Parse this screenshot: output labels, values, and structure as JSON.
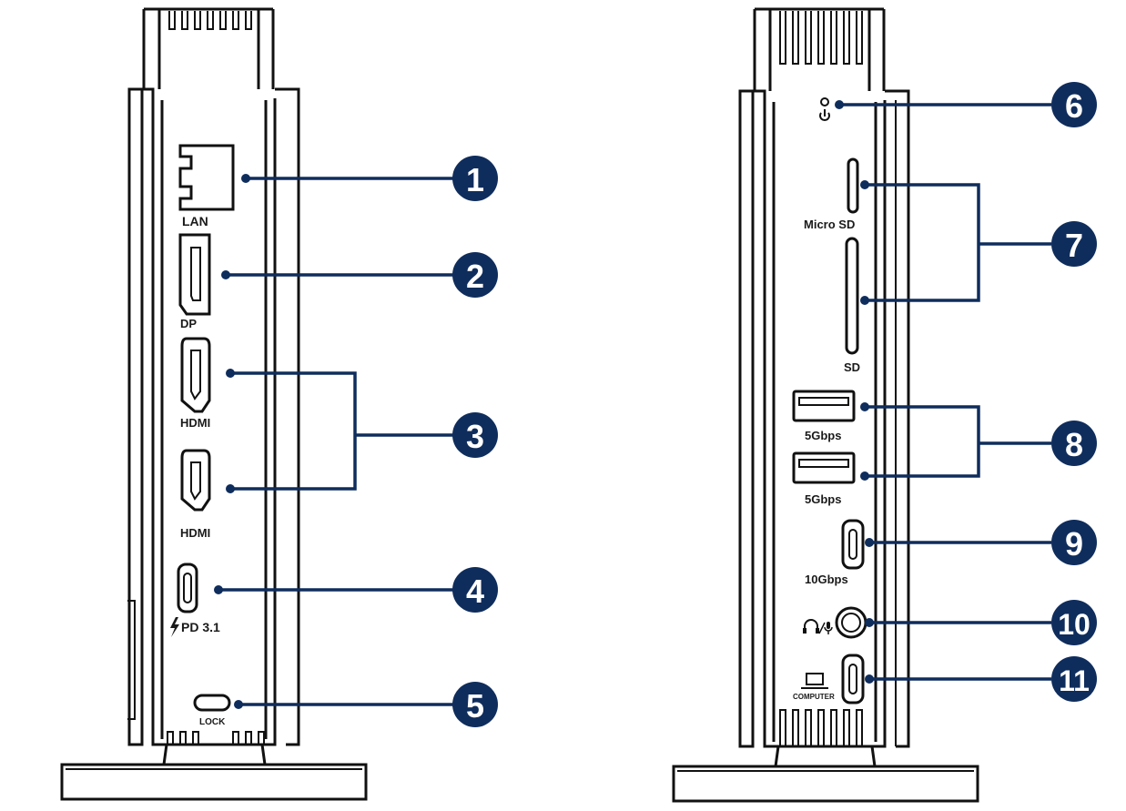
{
  "colors": {
    "callout": "#0f2d5c",
    "line": "#111111",
    "background": "#ffffff"
  },
  "left_device": {
    "ports": {
      "lan": "LAN",
      "dp": "DP",
      "hdmi1": "HDMI",
      "hdmi2": "HDMI",
      "usbc_pd": "PD 3.1",
      "lock": "LOCK"
    },
    "icons": [
      "lan-port-icon",
      "displayport-icon",
      "hdmi-port-icon",
      "usb-c-port-icon",
      "lightning-icon",
      "kensington-lock-icon"
    ]
  },
  "right_device": {
    "ports": {
      "micro_sd": "Micro SD",
      "sd": "SD",
      "usb_a1": "5Gbps",
      "usb_a2": "5Gbps",
      "usb_c": "10Gbps",
      "usb_c_computer": "COMPUTER"
    },
    "icons": [
      "power-led-icon",
      "power-icon",
      "headphone-mic-icon",
      "computer-icon"
    ]
  },
  "callouts": [
    "1",
    "2",
    "3",
    "4",
    "5",
    "6",
    "7",
    "8",
    "9",
    "10",
    "11"
  ]
}
